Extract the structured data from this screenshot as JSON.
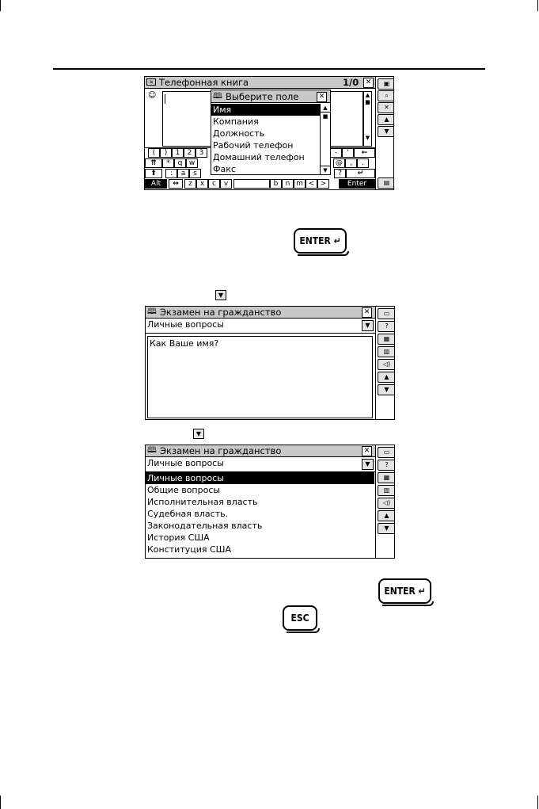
{
  "phonebook": {
    "title": "Телефонная книга",
    "counter": "1/0",
    "popup_title": "Выберите поле",
    "fields": [
      "Имя",
      "Компания",
      "Должность",
      "Рабочий телефон",
      "Домашний телефон",
      "Факс"
    ],
    "selected_index": 0,
    "keyboard": {
      "row1": [
        "(",
        ")",
        "1",
        "2",
        "3"
      ],
      "row1_right": [
        "-",
        "'"
      ],
      "row2": [
        "*",
        "q",
        "w"
      ],
      "row2_right": [
        "@",
        ",",
        "."
      ],
      "row3": [
        ":",
        "a",
        "s"
      ],
      "row3_right": [
        "?"
      ],
      "row4": [
        "z",
        "x",
        "c",
        "v",
        "b",
        "n",
        "m",
        "<",
        ">"
      ],
      "alt": "Alt",
      "enter": "Enter"
    }
  },
  "exam1": {
    "title": "Экзамен на гражданство",
    "category": "Личные вопросы",
    "question": "Как Ваше имя?"
  },
  "exam2": {
    "title": "Экзамен на гражданство",
    "category": "Личные вопросы",
    "options": [
      "Личные вопросы",
      "Общие вопросы",
      "Исполнительная власть",
      "Судебная власть.",
      "Законодательная власть",
      "История США",
      "Конституция США"
    ],
    "selected_index": 0
  },
  "keys": {
    "enter": "ENTER",
    "esc": "ESC"
  }
}
